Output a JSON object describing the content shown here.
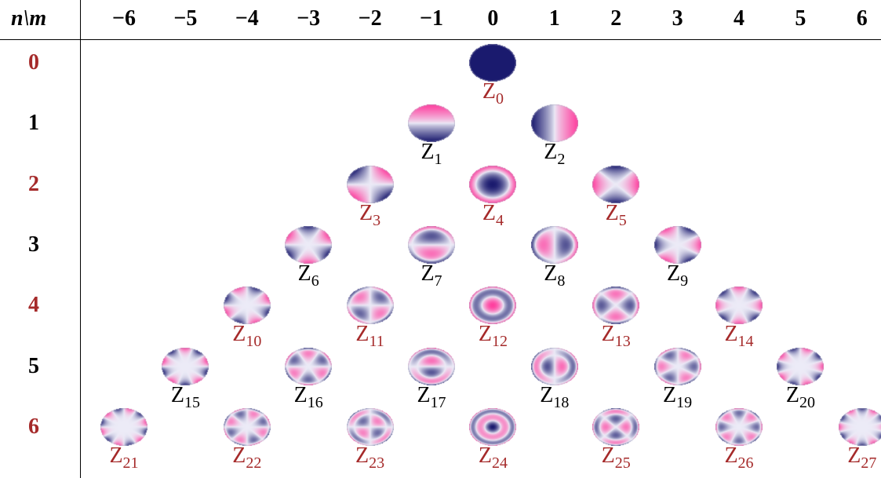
{
  "corner_label": "n\\m",
  "columns": [
    "−6",
    "−5",
    "−4",
    "−3",
    "−2",
    "−1",
    "0",
    "1",
    "2",
    "3",
    "4",
    "5",
    "6"
  ],
  "rows": [
    "0",
    "1",
    "2",
    "3",
    "4",
    "5",
    "6"
  ],
  "colors": {
    "row_even": "#a52a2a",
    "row_odd": "#000000",
    "positive": "#ff3f9f",
    "negative": "#1a1a6e",
    "neutral": "#ecebf7"
  },
  "polynomials": [
    {
      "label": "Z",
      "index": "0",
      "n": 0,
      "m": 0
    },
    {
      "label": "Z",
      "index": "1",
      "n": 1,
      "m": -1
    },
    {
      "label": "Z",
      "index": "2",
      "n": 1,
      "m": 1
    },
    {
      "label": "Z",
      "index": "3",
      "n": 2,
      "m": -2
    },
    {
      "label": "Z",
      "index": "4",
      "n": 2,
      "m": 0
    },
    {
      "label": "Z",
      "index": "5",
      "n": 2,
      "m": 2
    },
    {
      "label": "Z",
      "index": "6",
      "n": 3,
      "m": -3
    },
    {
      "label": "Z",
      "index": "7",
      "n": 3,
      "m": -1
    },
    {
      "label": "Z",
      "index": "8",
      "n": 3,
      "m": 1
    },
    {
      "label": "Z",
      "index": "9",
      "n": 3,
      "m": 3
    },
    {
      "label": "Z",
      "index": "10",
      "n": 4,
      "m": -4
    },
    {
      "label": "Z",
      "index": "11",
      "n": 4,
      "m": -2
    },
    {
      "label": "Z",
      "index": "12",
      "n": 4,
      "m": 0
    },
    {
      "label": "Z",
      "index": "13",
      "n": 4,
      "m": 2
    },
    {
      "label": "Z",
      "index": "14",
      "n": 4,
      "m": 4
    },
    {
      "label": "Z",
      "index": "15",
      "n": 5,
      "m": -5
    },
    {
      "label": "Z",
      "index": "16",
      "n": 5,
      "m": -3
    },
    {
      "label": "Z",
      "index": "17",
      "n": 5,
      "m": -1
    },
    {
      "label": "Z",
      "index": "18",
      "n": 5,
      "m": 1
    },
    {
      "label": "Z",
      "index": "19",
      "n": 5,
      "m": 3
    },
    {
      "label": "Z",
      "index": "20",
      "n": 5,
      "m": 5
    },
    {
      "label": "Z",
      "index": "21",
      "n": 6,
      "m": -6
    },
    {
      "label": "Z",
      "index": "22",
      "n": 6,
      "m": -4
    },
    {
      "label": "Z",
      "index": "23",
      "n": 6,
      "m": -2
    },
    {
      "label": "Z",
      "index": "24",
      "n": 6,
      "m": 0
    },
    {
      "label": "Z",
      "index": "25",
      "n": 6,
      "m": 2
    },
    {
      "label": "Z",
      "index": "26",
      "n": 6,
      "m": 4
    },
    {
      "label": "Z",
      "index": "27",
      "n": 6,
      "m": 6
    }
  ]
}
